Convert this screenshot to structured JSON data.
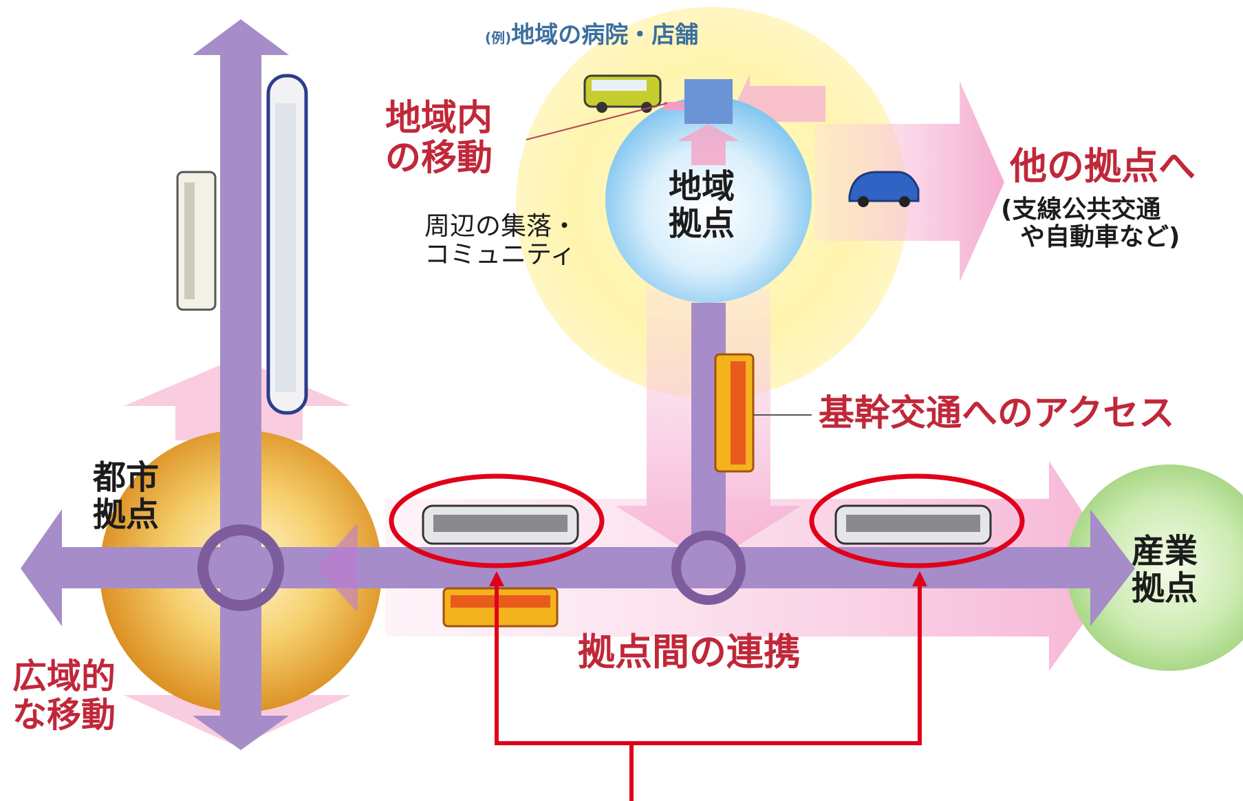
{
  "example_prefix": "(例)",
  "example_label": "地域の病院・店舗",
  "intra_region_move": [
    "地域内",
    "の移動"
  ],
  "regional_hub": [
    "地域",
    "拠点"
  ],
  "to_other_hubs": "他の拠点へ",
  "to_other_hubs_note": [
    "(支線公共交通",
    "や自動車など)"
  ],
  "communities": [
    "周辺の集落・",
    "コミュニティ"
  ],
  "trunk_access": "基幹交通へのアクセス",
  "urban_hub": [
    "都市",
    "拠点"
  ],
  "industrial_hub": [
    "産業",
    "拠点"
  ],
  "inter_hub_link": "拠点間の連携",
  "wide_area_move": [
    "広域的",
    "な移動"
  ],
  "colors": {
    "trunk_purple": "#a68cc8",
    "pink_arrow": "#f4a7cd",
    "highlight_red": "#e0001a",
    "text_red": "#c0283a",
    "urban_orange": "#e6a12a",
    "industrial_green": "#b8dd98",
    "regional_blue": "#a7d6f4",
    "community_yellow": "#fff3a8"
  }
}
